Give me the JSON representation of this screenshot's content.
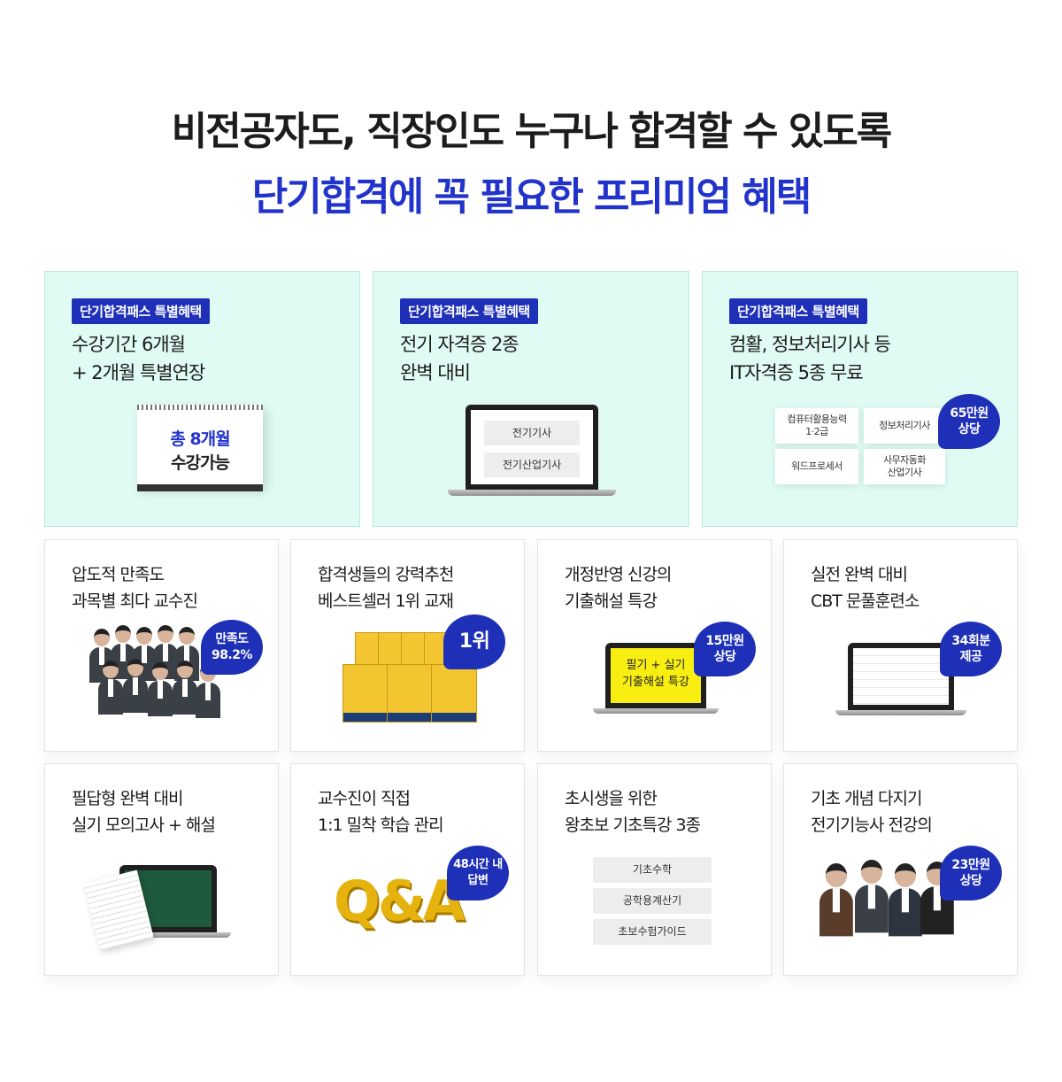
{
  "headline": {
    "line1": "비전공자도, 직장인도 누구나 합격할 수 있도록",
    "line2": "단기합격에 꼭 필요한 프리미엄 혜택"
  },
  "colors": {
    "accent": "#1e2fb8",
    "mint": "#dffbf3"
  },
  "top_cards": [
    {
      "tag": "단기합격패스 특별혜택",
      "title_line1": "수강기간 6개월",
      "title_line2": "+ 2개월 특별연장",
      "calendar_line1": "총 8개월",
      "calendar_line2": "수강가능"
    },
    {
      "tag": "단기합격패스 특별혜택",
      "title_line1": "전기 자격증 2종",
      "title_line2": "완벽 대비",
      "items": [
        "전기기사",
        "전기산업기사"
      ]
    },
    {
      "tag": "단기합격패스 특별혜택",
      "title_line1": "컴활, 정보처리기사 등",
      "title_line2": "IT자격증 5종 무료",
      "badge_line1": "65만원",
      "badge_line2": "상당",
      "items": [
        "컴퓨터활용능력",
        "1·2급",
        "정보처리기사",
        "워드프로세서",
        "사무자동화",
        "산업기사"
      ]
    }
  ],
  "grid_cards": [
    {
      "title_line1": "압도적 만족도",
      "title_line2": "과목별 최다 교수진",
      "badge_line1": "만족도",
      "badge_line2": "98.2%"
    },
    {
      "title_line1": "합격생들의 강력추천",
      "title_line2": "베스트셀러 1위 교재",
      "badge_line1": "1위",
      "badge_line2": ""
    },
    {
      "title_line1": "개정반영 신강의",
      "title_line2": "기출해설 특강",
      "badge_line1": "15만원",
      "badge_line2": "상당",
      "screen_line1": "필기 + 실기",
      "screen_line2": "기출해설 특강"
    },
    {
      "title_line1": "실전 완벽 대비",
      "title_line2": "CBT 문풀훈련소",
      "badge_line1": "34회분",
      "badge_line2": "제공"
    },
    {
      "title_line1": "필답형 완벽 대비",
      "title_line2": "실기 모의고사 + 해설"
    },
    {
      "title_line1": "교수진이 직접",
      "title_line2": "1:1 밀착 학습 관리",
      "badge_line1": "48시간 내",
      "badge_line2": "답변",
      "qa_text": "Q&A"
    },
    {
      "title_line1": "초시생을 위한",
      "title_line2": "왕초보 기초특강 3종",
      "items": [
        "기초수학",
        "공학용계산기",
        "초보수험가이드"
      ]
    },
    {
      "title_line1": "기초 개념 다지기",
      "title_line2": "전기기능사 전강의",
      "badge_line1": "23만원",
      "badge_line2": "상당"
    }
  ]
}
